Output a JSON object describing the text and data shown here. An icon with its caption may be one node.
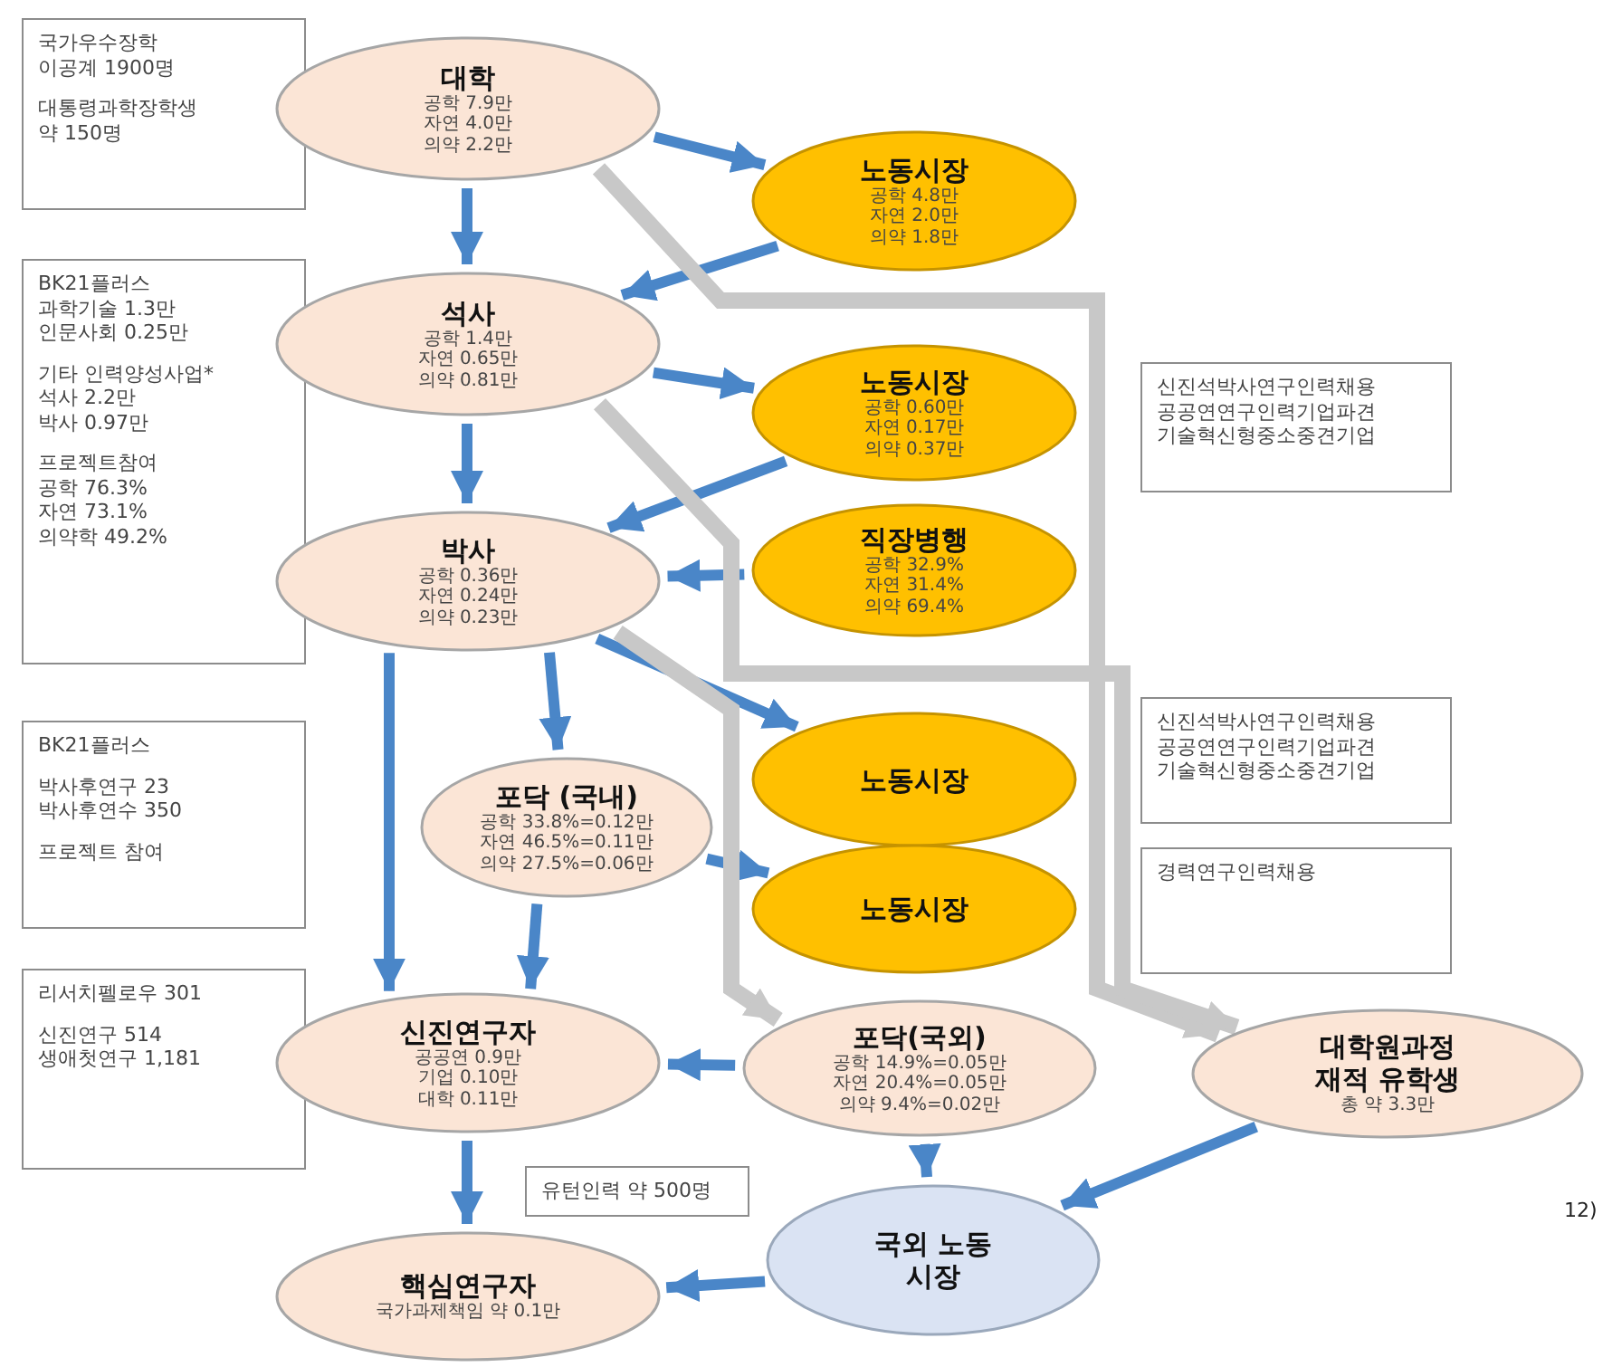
{
  "diagram": {
    "nodes": [
      {
        "text": [
          "국가우수장학",
          "이공계 1900명",
          "대통령과학장학생",
          "약 150명"
        ]
      },
      {
        "text": [
          "대학",
          "공학 7.9만",
          "자연 4.0만",
          "의약 2.2만"
        ]
      },
      {
        "text": [
          "노동시장",
          "공학 4.8만",
          "자연 2.0만",
          "의약 1.8만"
        ]
      },
      {
        "text": [
          "BK21플러스",
          "과학기술 1.3만",
          "인문사회 0.25만",
          "기타 인력양성사업*",
          "석사 2.2만",
          "박사 0.97만",
          "프로젝트참여",
          "공학 76.3%",
          "자연 73.1%",
          "의약학 49.2%"
        ]
      },
      {
        "text": [
          "석사",
          "공학 1.4만",
          "자연 0.65만",
          "의약 0.81만"
        ]
      },
      {
        "text": [
          "노동시장",
          "공학 0.60만",
          "자연 0.17만",
          "의약 0.37만"
        ]
      },
      {
        "text": [
          "신진석박사연구인력채용",
          "공공연연구인력기업파견",
          "기술혁신형중소중견기업"
        ]
      },
      {
        "text": [
          "박사",
          "공학 0.36만",
          "자연 0.24만",
          "의약 0.23만"
        ]
      },
      {
        "text": [
          "직장병행",
          "공학 32.9%",
          "자연 31.4%",
          "의약 69.4%"
        ]
      },
      {
        "text": [
          "BK21플러스",
          "박사후연구 23",
          "박사후연수 350",
          "프로젝트 참여"
        ]
      },
      {
        "text": [
          "포닥 (국내)",
          "공학 33.8%=0.12만",
          "자연 46.5%=0.11만",
          "의약 27.5%=0.06만"
        ]
      },
      {
        "text": [
          "노동시장"
        ]
      },
      {
        "text": [
          "신진석박사연구인력채용",
          "공공연연구인력기업파견",
          "기술혁신형중소중견기업"
        ]
      },
      {
        "text": [
          "노동시장"
        ]
      },
      {
        "text": [
          "경력연구인력채용"
        ]
      },
      {
        "text": [
          "리서치펠로우 301",
          "신진연구 514",
          "생애첫연구 1,181"
        ]
      },
      {
        "text": [
          "신진연구자",
          "공공연 0.9만",
          "기업 0.10만",
          "대학 0.11만"
        ]
      },
      {
        "text": [
          "포닥(국외)",
          "공학 14.9%=0.05만",
          "자연 20.4%=0.05만",
          "의약 9.4%=0.02만"
        ]
      },
      {
        "text": [
          "대학원과정 재적 유학생",
          "총 약 3.3만"
        ]
      },
      {
        "text": [
          "유턴인력 약 500명"
        ]
      },
      {
        "text": [
          "국외 노동시장"
        ]
      },
      {
        "text": [
          "핵심연구자",
          "국가과제책임 약 0.1만"
        ]
      }
    ],
    "edges": [
      {
        "from": 1,
        "to": 4,
        "arrow": "to"
      },
      {
        "from": 1,
        "to": 2,
        "arrow": "to"
      },
      {
        "from": 2,
        "to": 4,
        "arrow": "to"
      },
      {
        "from": 4,
        "to": 5,
        "arrow": "to"
      },
      {
        "from": 4,
        "to": 7,
        "arrow": "to"
      },
      {
        "from": 5,
        "to": 7,
        "arrow": "to"
      },
      {
        "from": 8,
        "to": 7,
        "arrow": "to"
      },
      {
        "from": 7,
        "to": 10,
        "arrow": "to"
      },
      {
        "from": 7,
        "to": 11,
        "arrow": "to"
      },
      {
        "from": 10,
        "to": 13,
        "arrow": "to"
      },
      {
        "from": 10,
        "to": 16,
        "arrow": "to"
      },
      {
        "from": 7,
        "to": 16,
        "arrow": "to"
      },
      {
        "from": 16,
        "to": 21,
        "arrow": "to"
      },
      {
        "from": 1,
        "to": 18,
        "arrow": "to",
        "color": "#c8c8c8"
      },
      {
        "from": 4,
        "to": 18,
        "arrow": "to",
        "color": "#c8c8c8"
      },
      {
        "from": 7,
        "to": 17,
        "arrow": "to",
        "color": "#c8c8c8"
      },
      {
        "from": 17,
        "to": 20,
        "arrow": "to"
      },
      {
        "from": 18,
        "to": 20,
        "arrow": "to"
      },
      {
        "from": 17,
        "to": 16,
        "arrow": "to"
      },
      {
        "from": 20,
        "to": 21,
        "arrow": "to"
      }
    ],
    "labels": [
      "12)"
    ]
  }
}
